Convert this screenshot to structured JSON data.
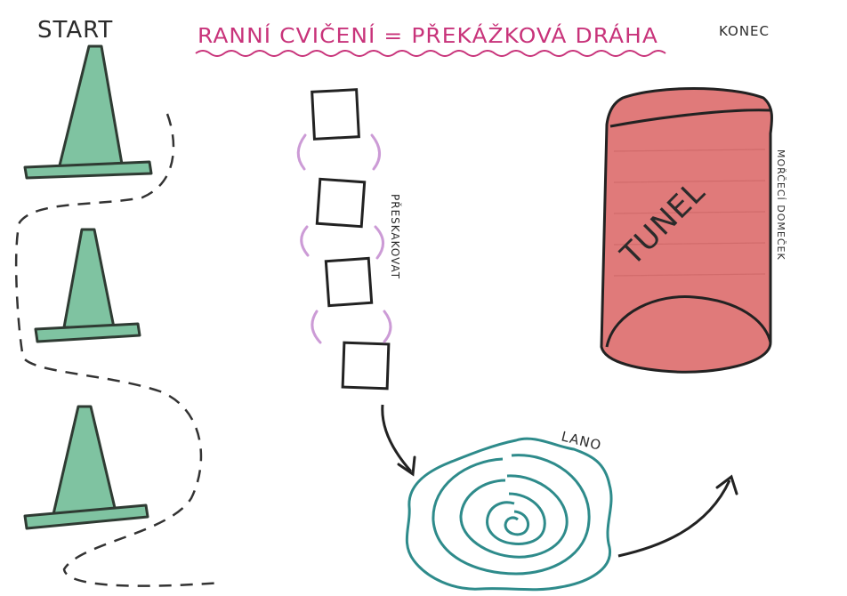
{
  "labels": {
    "start": "START",
    "title": "RANNÍ CVIČENÍ = PŘEKÁŽKOVÁ DRÁHA",
    "konec": "KONEC",
    "preskakovat": "PŘESKAKOVAT",
    "lano": "LANO",
    "tunel": "TUNEL",
    "moreci_domecek": "MOŘČECÍ DOMEČEK"
  },
  "colors": {
    "cone": "#7fc3a1",
    "cone_outline": "#2f3b33",
    "tunnel": "#e07a7a",
    "tunnel_outline": "#222222",
    "spiral": "#2e8b8b",
    "title": "#c8337a",
    "arc": "#cc9bd6"
  },
  "icons": [
    "cone-icon",
    "cone-icon",
    "cone-icon",
    "spiral-rope-icon",
    "tunnel-icon"
  ]
}
